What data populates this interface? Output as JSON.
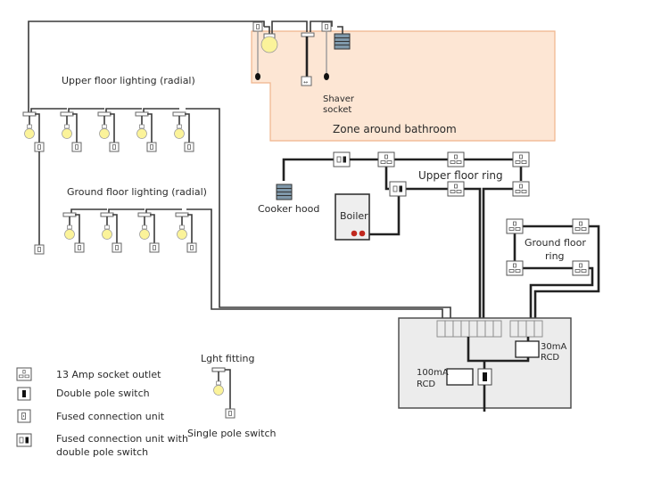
{
  "diagram": {
    "title": "Domestic electrical wiring layout",
    "labels": {
      "upper_lighting": "Upper floor lighting (radial)",
      "ground_lighting": "Ground floor lighting (radial)",
      "bathroom_zone": "Zone around bathroom",
      "shaver_line1": "Shaver",
      "shaver_line2": "socket",
      "cooker_hood": "Cooker hood",
      "boiler": "Boiler",
      "upper_ring": "Upper floor ring",
      "ground_ring_line1": "Ground floor",
      "ground_ring_line2": "ring",
      "rcd30_line1": "30mA",
      "rcd30_line2": "RCD",
      "rcd100_line1": "100mA",
      "rcd100_line2": "RCD"
    },
    "counts": {
      "upper_floor_lights": 5,
      "ground_floor_lights": 4,
      "upper_ring_sockets": 5,
      "ground_ring_sockets": 4,
      "main_ways": 8,
      "rcd_ways": 4
    },
    "colors": {
      "bulb": "#fbf39a",
      "bathroom_zone": "#fde6d4",
      "bathroom_border": "#f0b48c",
      "consumer_unit": "#ececec",
      "extractor": "#7f98aa",
      "boiler_light": "#c0281e"
    }
  },
  "legend": {
    "items": [
      {
        "icon": "socket-outlet-icon",
        "label": "13 Amp socket outlet"
      },
      {
        "icon": "double-pole-switch-icon",
        "label": "Double pole switch"
      },
      {
        "icon": "fused-connection-unit-icon",
        "label": "Fused connection unit"
      },
      {
        "icon": "fcu-double-pole-icon",
        "label": "Fused connection unit with",
        "label2": "double pole switch"
      }
    ],
    "light_fitting": "Lght fitting",
    "single_pole_switch": "Single pole switch"
  }
}
